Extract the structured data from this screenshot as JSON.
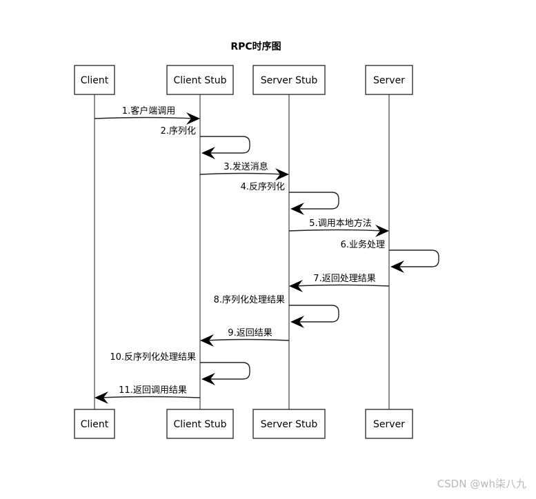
{
  "title": "RPC时序图",
  "participants": [
    {
      "id": "client",
      "label": "Client"
    },
    {
      "id": "client_stub",
      "label": "Client Stub"
    },
    {
      "id": "server_stub",
      "label": "Server Stub"
    },
    {
      "id": "server",
      "label": "Server"
    }
  ],
  "messages": [
    {
      "label": "1.客户端调用",
      "from": "client",
      "to": "client_stub"
    },
    {
      "label": "2.序列化",
      "from": "client_stub",
      "to": "client_stub"
    },
    {
      "label": "3.发送消息",
      "from": "client_stub",
      "to": "server_stub"
    },
    {
      "label": "4.反序列化",
      "from": "server_stub",
      "to": "server_stub"
    },
    {
      "label": "5.调用本地方法",
      "from": "server_stub",
      "to": "server"
    },
    {
      "label": "6.业务处理",
      "from": "server",
      "to": "server"
    },
    {
      "label": "7.返回处理结果",
      "from": "server",
      "to": "server_stub"
    },
    {
      "label": "8.序列化处理结果",
      "from": "server_stub",
      "to": "server_stub"
    },
    {
      "label": "9.返回结果",
      "from": "server_stub",
      "to": "client_stub"
    },
    {
      "label": "10.反序列化处理结果",
      "from": "client_stub",
      "to": "client_stub"
    },
    {
      "label": "11.返回调用结果",
      "from": "client_stub",
      "to": "client"
    }
  ],
  "watermark": "CSDN @wh柒八九"
}
